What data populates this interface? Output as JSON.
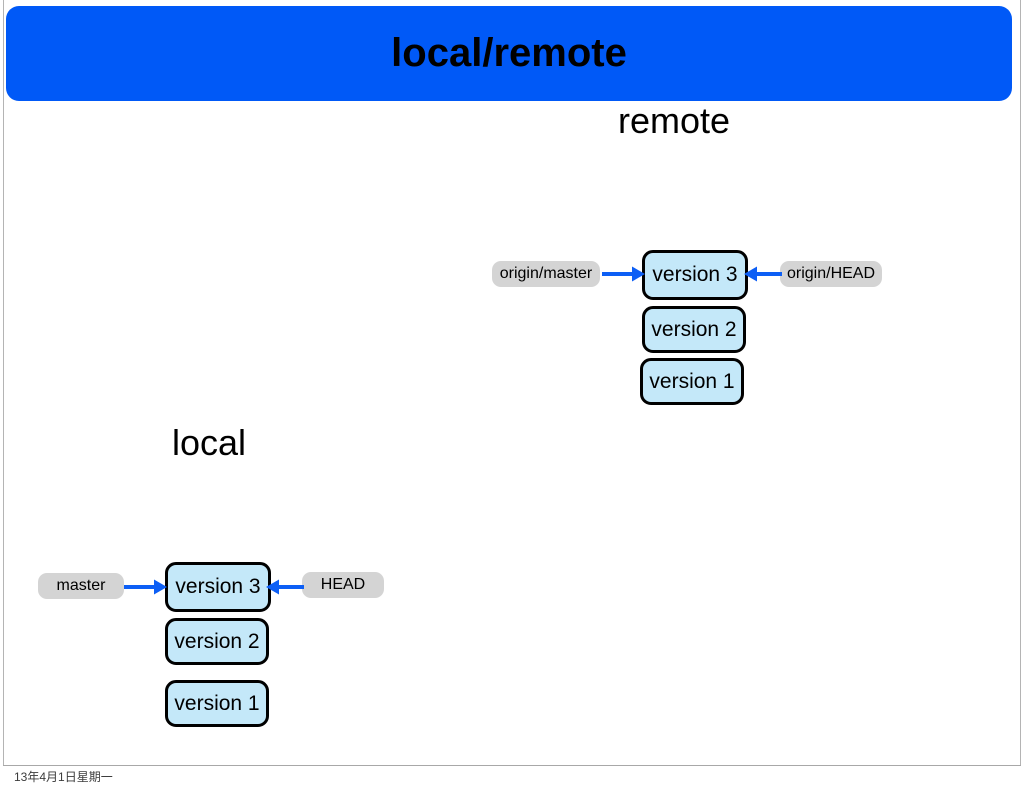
{
  "slide": {
    "title": "local/remote",
    "banner_color": "#0059f7",
    "footer_date": "13年4月1日星期一"
  },
  "sections": {
    "remote": {
      "heading": "remote",
      "commits": [
        {
          "label": "version 3"
        },
        {
          "label": "version 2"
        },
        {
          "label": "version 1"
        }
      ],
      "refs": [
        {
          "name": "origin-master",
          "label": "origin/master",
          "points": "right"
        },
        {
          "name": "origin-head",
          "label": "origin/HEAD",
          "points": "left"
        }
      ]
    },
    "local": {
      "heading": "local",
      "commits": [
        {
          "label": "version 3"
        },
        {
          "label": "version 2"
        },
        {
          "label": "version 1"
        }
      ],
      "refs": [
        {
          "name": "master",
          "label": "master",
          "points": "right"
        },
        {
          "name": "head",
          "label": "HEAD",
          "points": "left"
        }
      ]
    }
  },
  "colors": {
    "commit_fill": "#c4e8f9",
    "commit_border": "#000000",
    "ref_fill": "#d4d4d4",
    "arrow": "#0d5ff5",
    "banner": "#0059f7"
  }
}
